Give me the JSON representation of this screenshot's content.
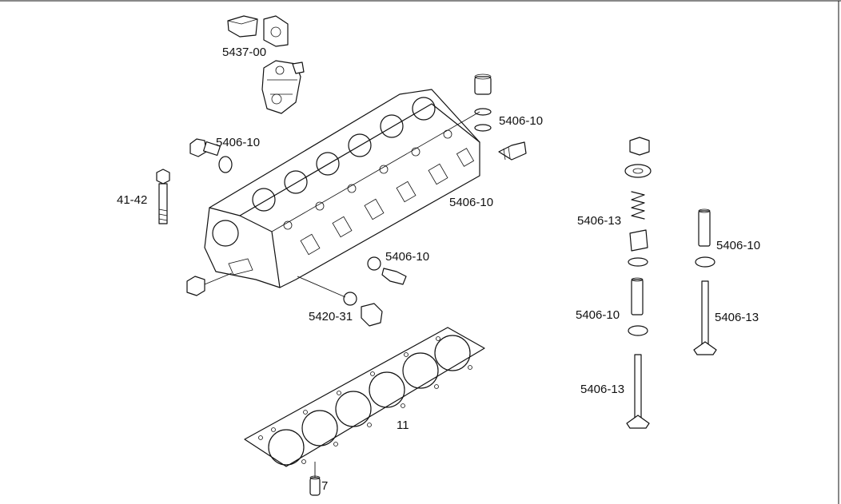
{
  "callouts": {
    "rocker_group": "5437-00",
    "thermostat_bolt": "5406-10",
    "head_bolt": "41-42",
    "top_right_valve_parts": "5406-10",
    "head_side_label": "5406-10",
    "plug_right": "5406-10",
    "plug_lower": "5420-31",
    "spring_group": "5406-13",
    "guide_left": "5406-10",
    "valve_left": "5406-13",
    "guide_right": "5406-10",
    "valve_right": "5406-13",
    "gasket": "11",
    "dowel": "7"
  }
}
